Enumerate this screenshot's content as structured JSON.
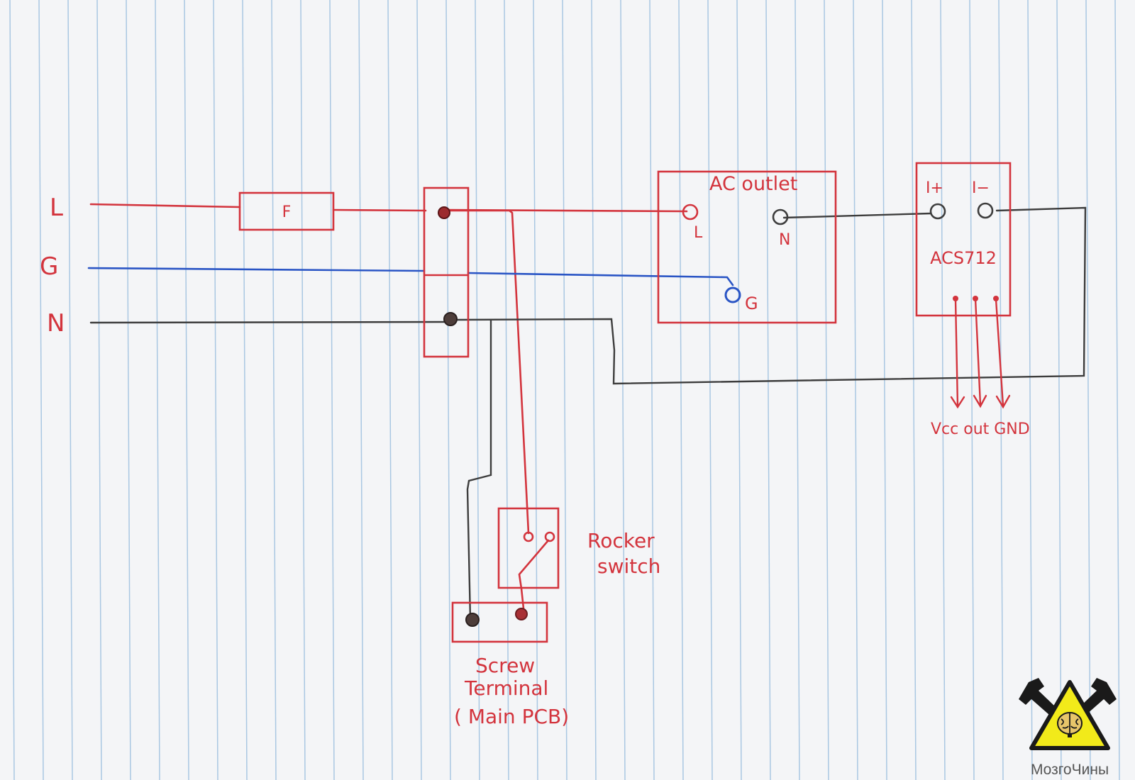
{
  "colors": {
    "paper": "#f4f5f7",
    "ruling": "#a9c7e2",
    "ink_red": "#d3343d",
    "ink_blue": "#2a55c5",
    "ink_black": "#3d3d3d",
    "logo_yellow": "#f2ea1a",
    "logo_black": "#1a1a1a",
    "logo_grey": "#555555"
  },
  "lines": {
    "live": "L",
    "ground": "G",
    "neutral": "N"
  },
  "fuse": {
    "label": "F"
  },
  "ac_outlet": {
    "title": "AC outlet",
    "pin_l": "L",
    "pin_n": "N",
    "pin_g": "G"
  },
  "sensor": {
    "name": "ACS712",
    "pin_plus": "I+",
    "pin_minus": "I−",
    "outputs": "Vcc out GND"
  },
  "rocker": {
    "line1": "Rocker",
    "line2": "switch"
  },
  "screw_terminal": {
    "line1": "Screw",
    "line2": "Terminal",
    "line3": "( Main PCB)"
  },
  "watermark": {
    "brand": "МозгоЧины",
    "icon": "brain-in-triangle-with-wrenches"
  }
}
